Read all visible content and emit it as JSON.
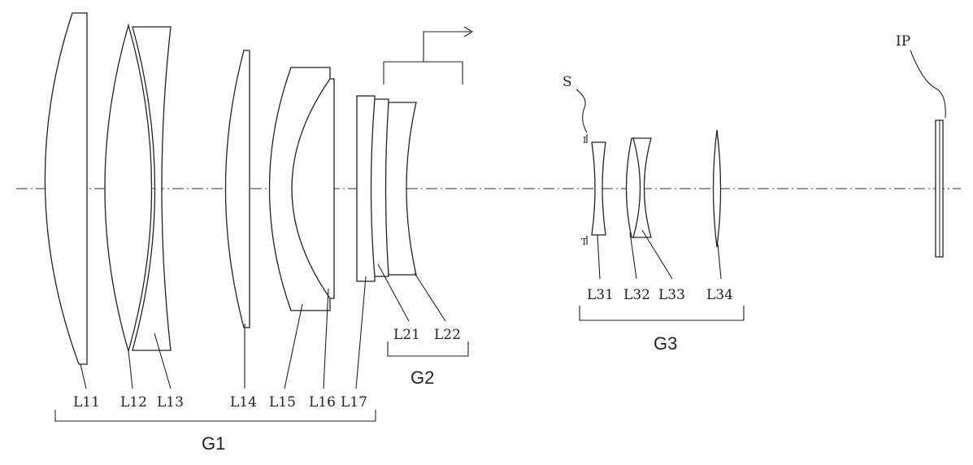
{
  "diagram": {
    "lens_labels": {
      "L11": "L11",
      "L12": "L12",
      "L13": "L13",
      "L14": "L14",
      "L15": "L15",
      "L16": "L16",
      "L17": "L17",
      "L21": "L21",
      "L22": "L22",
      "L31": "L31",
      "L32": "L32",
      "L33": "L33",
      "L34": "L34"
    },
    "group_labels": {
      "G1": "G1",
      "G2": "G2",
      "G3": "G3"
    },
    "stop_label": "S",
    "image_plane_label": "IP",
    "stop_marks": {
      "top": "I",
      "bottom": "T"
    }
  }
}
